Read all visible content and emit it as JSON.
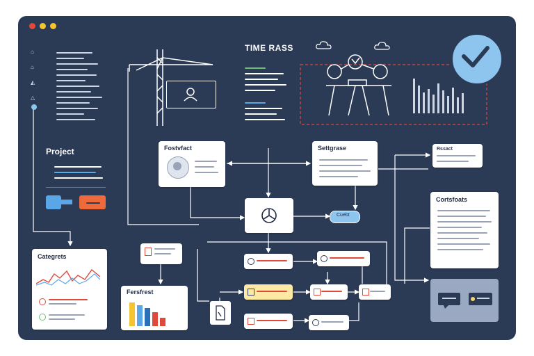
{
  "window": {
    "controls": [
      {
        "name": "close",
        "color": "#e0483a"
      },
      {
        "name": "minimize",
        "color": "#f5c431"
      },
      {
        "name": "maximize",
        "color": "#f5c431"
      }
    ]
  },
  "header": {
    "title": "TIME RASS"
  },
  "sidebar": {
    "project_label": "Project"
  },
  "cards": {
    "profile": "Fostvfact",
    "settings": "Settgrase",
    "hub": "Cuebt",
    "contracts": "Cortsfoats",
    "categories": "Categrets",
    "report": "Fersfrest",
    "note_top": "Rssact"
  },
  "colors": {
    "background": "#2b3a55",
    "accent_blue": "#5aa7e8",
    "accent_orange": "#ef6a3a",
    "accent_green": "#6fbf73",
    "accent_red": "#e0483a",
    "accent_yellow": "#f6d36b",
    "badge_blue": "#8ec5ef"
  },
  "icons": [
    "check-icon",
    "crane-icon",
    "user-icon",
    "cloud-icon",
    "network-icon",
    "bar-chart-icon",
    "flow-hub-icon",
    "document-icon",
    "chat-icon"
  ]
}
